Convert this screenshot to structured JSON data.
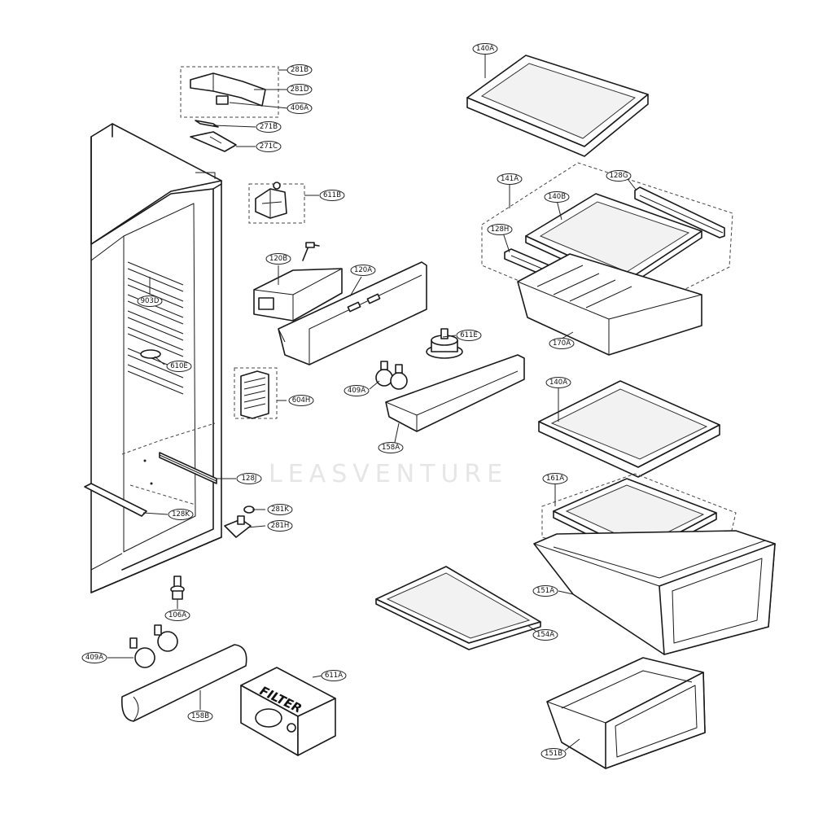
{
  "watermark": "LEASVENTURE",
  "filter_box_label": "FILTER",
  "part_labels": {
    "p281B": "281B",
    "p281D": "281D",
    "p406A": "406A",
    "p271B": "271B",
    "p271C": "271C",
    "p611B": "611B",
    "p120B": "120B",
    "p120A": "120A",
    "p903D": "903D",
    "p610E": "610E",
    "p604H": "604H",
    "p611E": "611E",
    "p409A_top": "409A",
    "p158A": "158A",
    "p128J": "128J",
    "p128K": "128K",
    "p281K": "281K",
    "p281H": "281H",
    "p106A": "106A",
    "p409A_bottom": "409A",
    "p611A": "611A",
    "p158B": "158B",
    "p140A_top": "140A",
    "p141A": "141A",
    "p128G": "128G",
    "p140B": "140B",
    "p128H": "128H",
    "p170A": "170A",
    "p140A_mid": "140A",
    "p161A": "161A",
    "p151A": "151A",
    "p154A": "154A",
    "p151B": "151B"
  }
}
